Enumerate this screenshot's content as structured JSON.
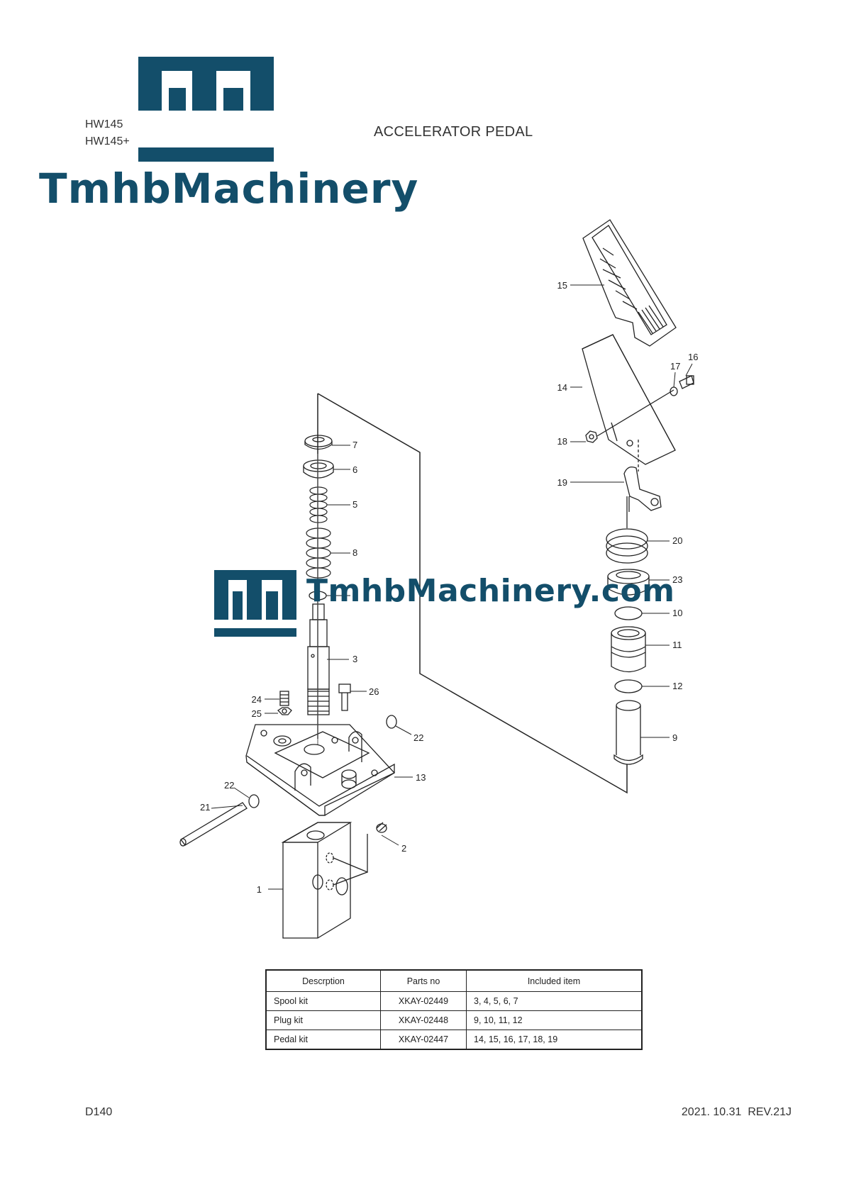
{
  "header": {
    "models": [
      "HW145",
      "HW145+"
    ],
    "title": "ACCELERATOR PEDAL"
  },
  "brand": {
    "logo_name": "TmhbMachinery",
    "watermark": "TmhbMachinery.com",
    "color": "#134e6a"
  },
  "diagram": {
    "callouts": [
      "1",
      "2",
      "3",
      "4",
      "5",
      "6",
      "7",
      "8",
      "9",
      "10",
      "11",
      "12",
      "13",
      "14",
      "15",
      "16",
      "17",
      "18",
      "19",
      "20",
      "21",
      "22",
      "22",
      "23",
      "24",
      "25",
      "26"
    ]
  },
  "kit_table": {
    "headers": [
      "Descrption",
      "Parts no",
      "Included item"
    ],
    "rows": [
      {
        "description": "Spool kit",
        "parts_no": "XKAY-02449",
        "included": "3, 4, 5, 6, 7"
      },
      {
        "description": "Plug kit",
        "parts_no": "XKAY-02448",
        "included": "9, 10, 11, 12"
      },
      {
        "description": "Pedal kit",
        "parts_no": "XKAY-02447",
        "included": "14, 15, 16, 17, 18, 19"
      }
    ]
  },
  "footer": {
    "page_code": "D140",
    "revision": "2021. 10.31  REV.21J"
  }
}
